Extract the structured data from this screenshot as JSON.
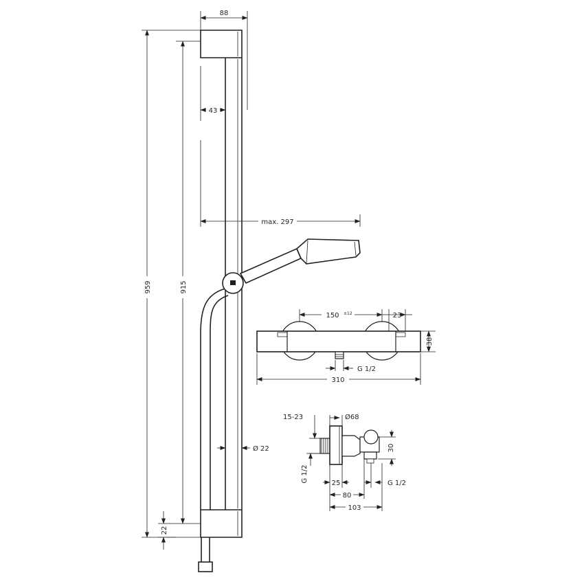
{
  "dimensions": {
    "rail_head_width": "88",
    "rail_offset": "43",
    "max_reach": "max. 297",
    "total_height": "959",
    "rail_height": "915",
    "bottom_offset": "22",
    "hose_diameter": "Ø 22",
    "mixer_centers": "150",
    "mixer_centers_tol": "±12",
    "mixer_end": "23",
    "mixer_depth": "38",
    "mixer_length": "310",
    "mixer_outlet_thread": "G 1/2",
    "eccentric_range": "15-23",
    "escutcheon_diameter": "Ø68",
    "side_height": "30",
    "side_inlet_thread": "G 1/2",
    "side_outlet_thread": "G 1/2",
    "side_25": "25",
    "side_80": "80",
    "side_103": "103"
  },
  "colors": {
    "line": "#231f20",
    "background": "#ffffff"
  }
}
